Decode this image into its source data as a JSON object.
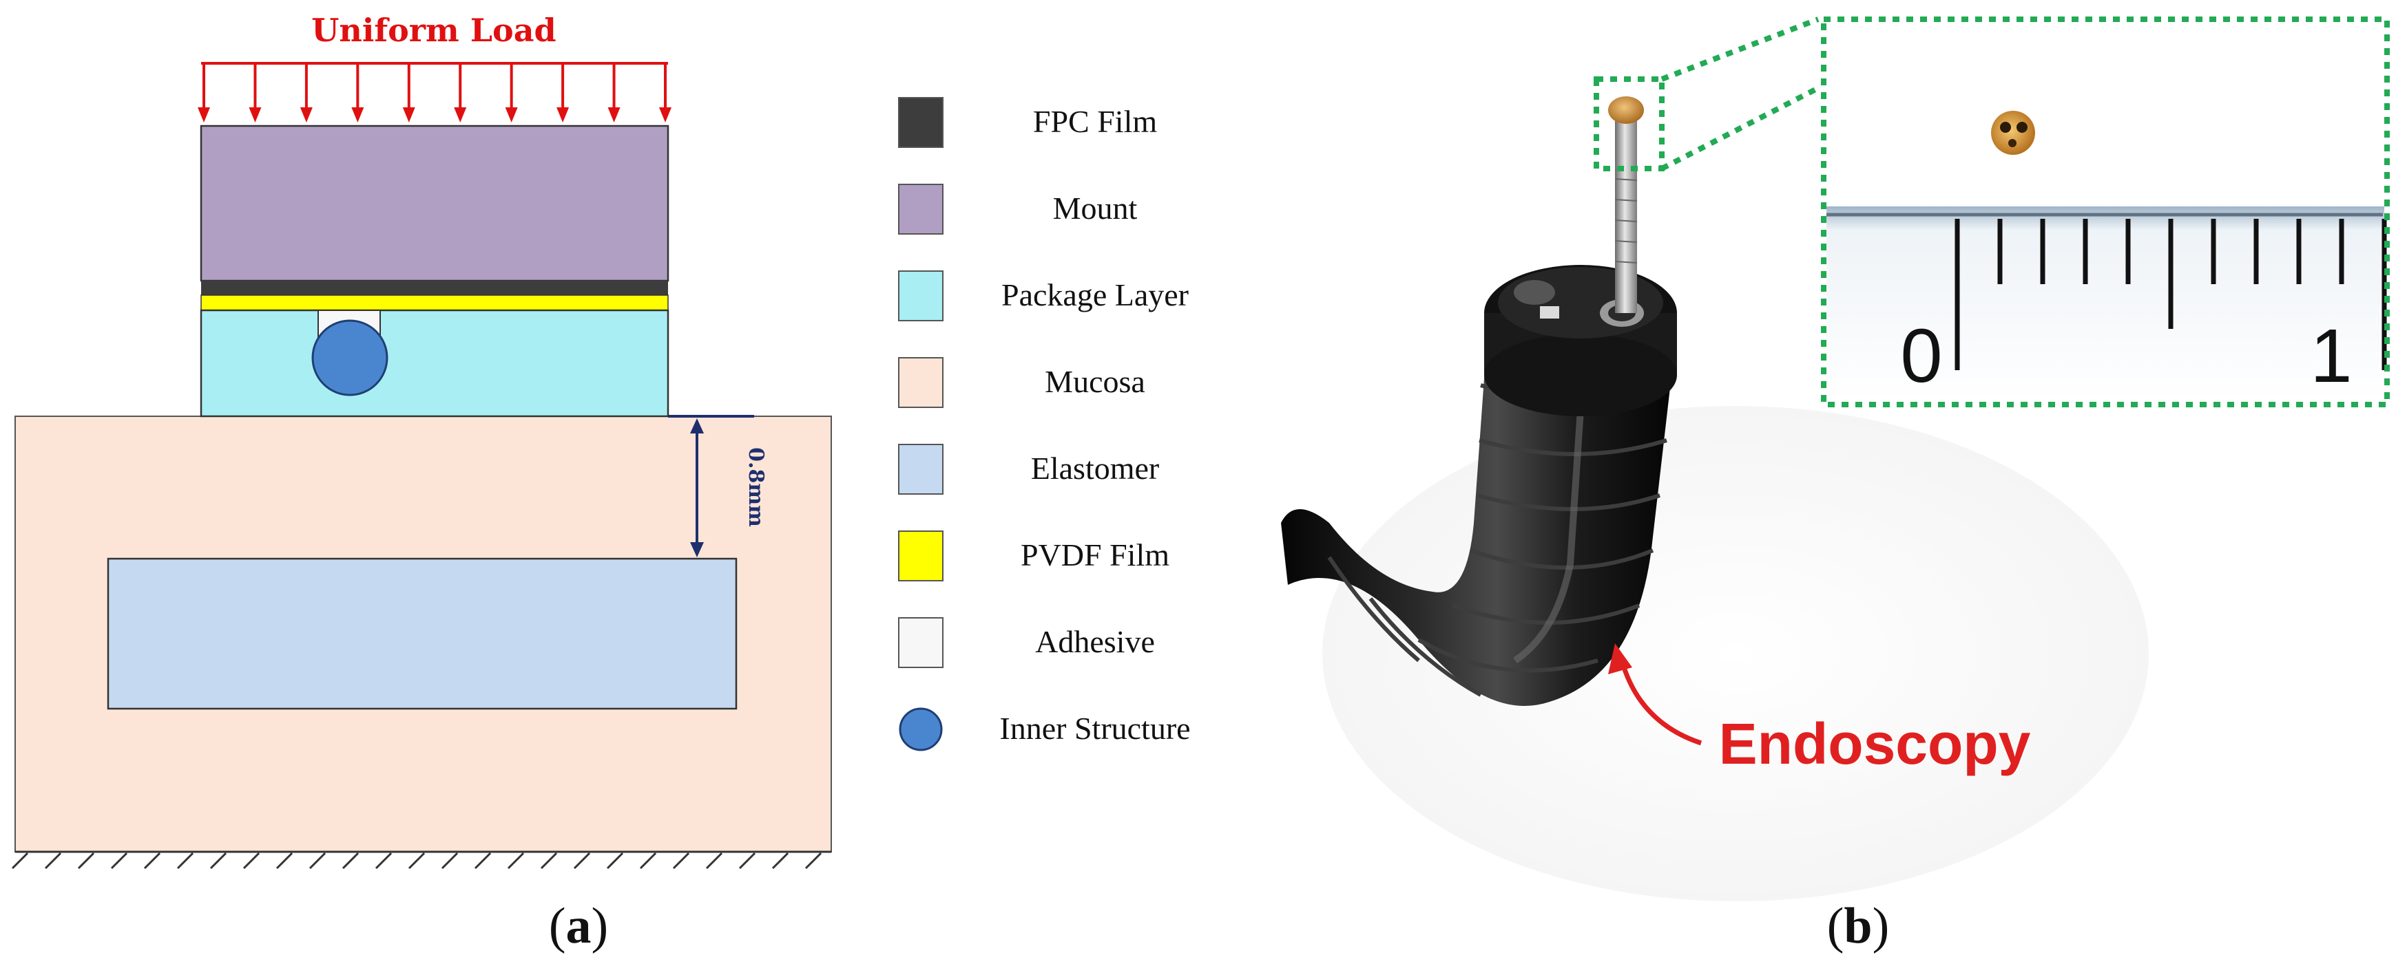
{
  "panel_a": {
    "load_label": "Uniform Load",
    "dimension_label": "0.8mm",
    "caption_open": "(",
    "caption_letter": "a",
    "caption_close": ")",
    "legend": [
      {
        "label": "FPC Film",
        "color": "#3d3d3d",
        "shape": "square"
      },
      {
        "label": "Mount",
        "color": "#b09fc3",
        "shape": "square"
      },
      {
        "label": "Package Layer",
        "color": "#a8eef2",
        "shape": "square"
      },
      {
        "label": "Mucosa",
        "color": "#fce5d7",
        "shape": "square"
      },
      {
        "label": "Elastomer",
        "color": "#c5d9f1",
        "shape": "square"
      },
      {
        "label": "PVDF Film",
        "color": "#ffff00",
        "shape": "square"
      },
      {
        "label": "Adhesive",
        "color": "#f7f7f7",
        "shape": "square"
      },
      {
        "label": "Inner Structure",
        "color": "#4a86d0",
        "shape": "circle"
      }
    ],
    "colors": {
      "load_arrows": "#e01010",
      "dimension": "#1f2f6e",
      "outline": "#333333"
    }
  },
  "panel_b": {
    "callout_label": "Endoscopy",
    "ruler_label_start": "0",
    "ruler_label_end": "1",
    "caption_open": "(",
    "caption_letter": "b",
    "caption_close": ")",
    "colors": {
      "callout": "#e02020",
      "zoom_frame": "#22aa55",
      "endoscope_body": "#151515",
      "sensor_tip": "#c98a3a"
    }
  }
}
